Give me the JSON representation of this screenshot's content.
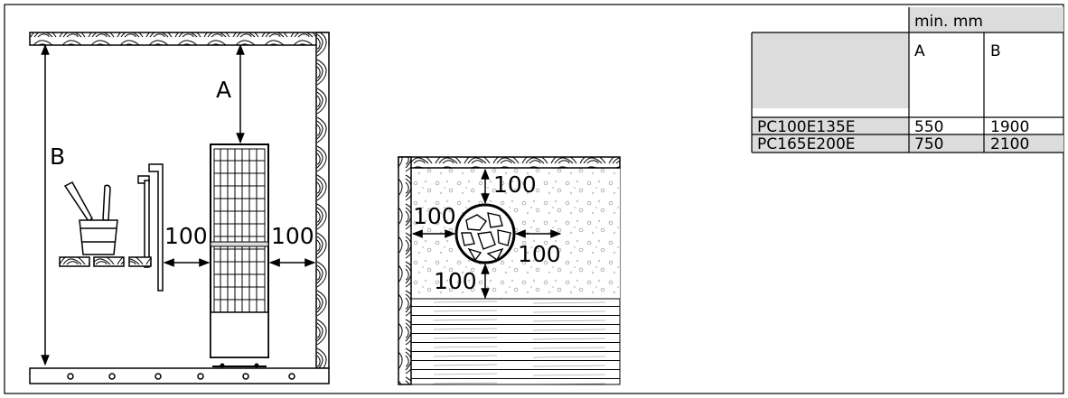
{
  "diagram": {
    "side_view": {
      "label_a": "A",
      "label_b": "B",
      "clearance_left": "100",
      "clearance_right": "100"
    },
    "top_view": {
      "clearance_top": "100",
      "clearance_left": "100",
      "clearance_right": "100",
      "clearance_bottom": "100"
    },
    "table": {
      "header_group": "min. mm",
      "col_a": "A",
      "col_b": "B",
      "rows": [
        {
          "model": "PC100E135E",
          "a": "550",
          "b": "1900"
        },
        {
          "model": "PC165E200E",
          "a": "750",
          "b": "2100"
        }
      ]
    },
    "colors": {
      "line": "#000000",
      "table_shade": "#dcdcdc",
      "pattern_dot": "#b4b4b4"
    }
  }
}
